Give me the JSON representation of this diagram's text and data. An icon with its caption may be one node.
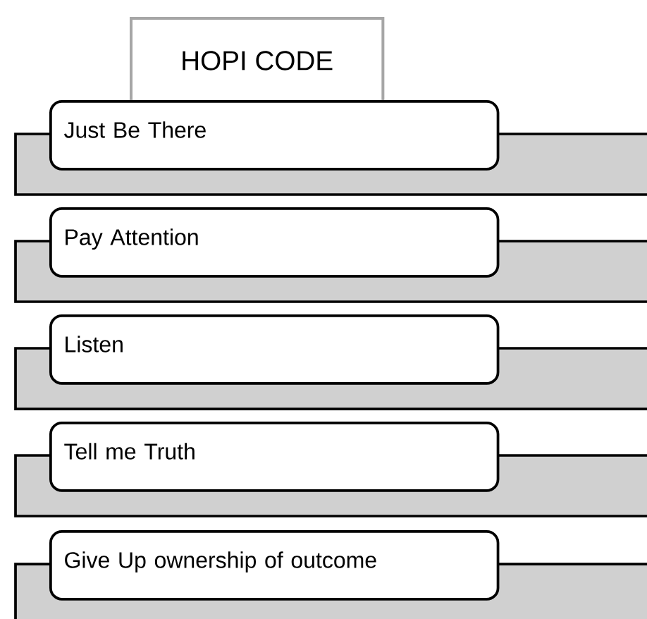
{
  "diagram": {
    "nodes": [
      {
        "text": [
          "HOPI CODE"
        ]
      },
      {
        "text": [
          "Just Be There"
        ]
      },
      {
        "text": [
          "Pay Attention"
        ]
      },
      {
        "text": [
          "Listen"
        ]
      },
      {
        "text": [
          "Tell me Truth"
        ]
      },
      {
        "text": [
          "Give Up ownership of outcome"
        ]
      }
    ]
  }
}
